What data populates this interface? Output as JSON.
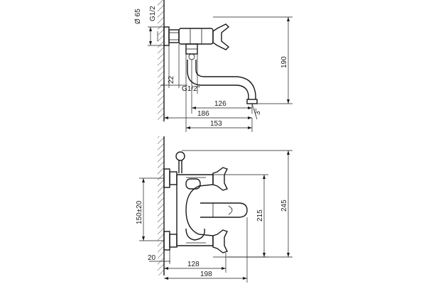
{
  "top_view": {
    "dim_diameter": "Ø 65",
    "dim_thread_top": "G1/2",
    "dim_22": "22",
    "dim_thread_bottom": "G1/2\"",
    "dim_126": "126",
    "dim_186": "186",
    "dim_153": "153",
    "dim_190": "190",
    "dim_angle": "3°"
  },
  "front_view": {
    "dim_150": "150±20",
    "dim_215": "215",
    "dim_245": "245",
    "dim_20": "20",
    "dim_128": "128",
    "dim_198": "198"
  }
}
